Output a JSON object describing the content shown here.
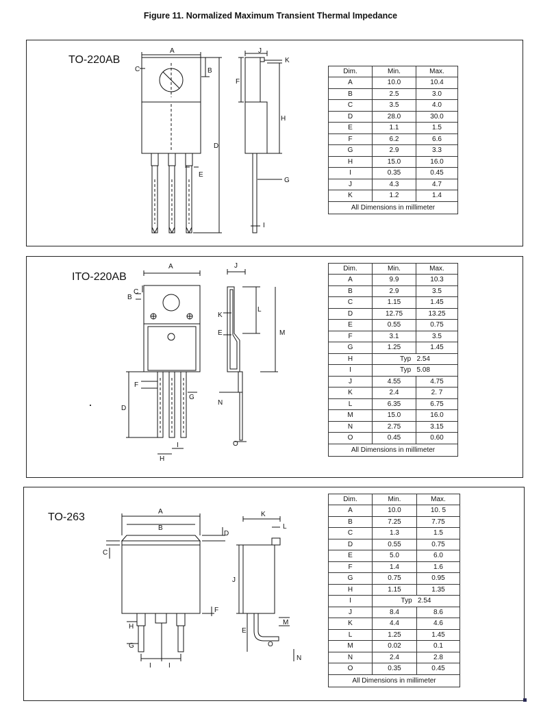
{
  "figure_title": "Figure 11. Normalized Maximum Transient Thermal Impedance",
  "packages": [
    {
      "name": "TO-220AB",
      "labels": {
        "A": "A",
        "B": "B",
        "C": "C",
        "D": "D",
        "E": "E",
        "F": "F",
        "G": "G",
        "H": "H",
        "I": "I",
        "J": "J",
        "K": "K"
      },
      "table": {
        "headers": [
          "Dim.",
          "Min.",
          "Max."
        ],
        "rows": [
          [
            "A",
            "10.0",
            "10.4"
          ],
          [
            "B",
            "2.5",
            "3.0"
          ],
          [
            "C",
            "3.5",
            "4.0"
          ],
          [
            "D",
            "28.0",
            "30.0"
          ],
          [
            "E",
            "1.1",
            "1.5"
          ],
          [
            "F",
            "6.2",
            "6.6"
          ],
          [
            "G",
            "2.9",
            "3.3"
          ],
          [
            "H",
            "15.0",
            "16.0"
          ],
          [
            "I",
            "0.35",
            "0.45"
          ],
          [
            "J",
            "4.3",
            "4.7"
          ],
          [
            "K",
            "1.2",
            "1.4"
          ]
        ],
        "note": "All Dimensions in millimeter"
      }
    },
    {
      "name": "ITO-220AB",
      "labels": {
        "A": "A",
        "B": "B",
        "C": "C",
        "D": "D",
        "E": "E",
        "F": "F",
        "G": "G",
        "H": "H",
        "I": "I",
        "J": "J",
        "K": "K",
        "L": "L",
        "M": "M",
        "N": "N",
        "O": "O"
      },
      "table": {
        "headers": [
          "Dim.",
          "Min.",
          "Max."
        ],
        "rows": [
          [
            "A",
            "9.9",
            "10.3"
          ],
          [
            "B",
            "2.9",
            "3.5"
          ],
          [
            "C",
            "1.15",
            "1.45"
          ],
          [
            "D",
            "12.75",
            "13.25"
          ],
          [
            "E",
            "0.55",
            "0.75"
          ],
          [
            "F",
            "3.1",
            "3.5"
          ],
          [
            "G",
            "1.25",
            "1.45"
          ],
          [
            "H",
            "Typ   2.54"
          ],
          [
            "I",
            "Typ   5.08"
          ],
          [
            "J",
            "4.55",
            "4.75"
          ],
          [
            "K",
            "2.4",
            "2. 7"
          ],
          [
            "L",
            "6.35",
            "6.75"
          ],
          [
            "M",
            "15.0",
            "16.0"
          ],
          [
            "N",
            "2.75",
            "3.15"
          ],
          [
            "O",
            "0.45",
            "0.60"
          ]
        ],
        "note": "All Dimensions in millimeter"
      }
    },
    {
      "name": "TO-263",
      "labels": {
        "A": "A",
        "B": "B",
        "C": "C",
        "D": "D",
        "E": "E",
        "F": "F",
        "G": "G",
        "H": "H",
        "I": "I",
        "J": "J",
        "K": "K",
        "L": "L",
        "M": "M",
        "N": "N",
        "O": "O"
      },
      "table": {
        "headers": [
          "Dim.",
          "Min.",
          "Max."
        ],
        "rows": [
          [
            "A",
            "10.0",
            "10. 5"
          ],
          [
            "B",
            "7.25",
            "7.75"
          ],
          [
            "C",
            "1.3",
            "1.5"
          ],
          [
            "D",
            "0.55",
            "0.75"
          ],
          [
            "E",
            "5.0",
            "6.0"
          ],
          [
            "F",
            "1.4",
            "1.6"
          ],
          [
            "G",
            "0.75",
            "0.95"
          ],
          [
            "H",
            "1.15",
            "1.35"
          ],
          [
            "I",
            "Typ   2.54"
          ],
          [
            "J",
            "8.4",
            "8.6"
          ],
          [
            "K",
            "4.4",
            "4.6"
          ],
          [
            "L",
            "1.25",
            "1.45"
          ],
          [
            "M",
            "0.02",
            "0.1"
          ],
          [
            "N",
            "2.4",
            "2.8"
          ],
          [
            "O",
            "0.35",
            "0.45"
          ]
        ],
        "note": "All Dimensions in millimeter"
      }
    }
  ]
}
